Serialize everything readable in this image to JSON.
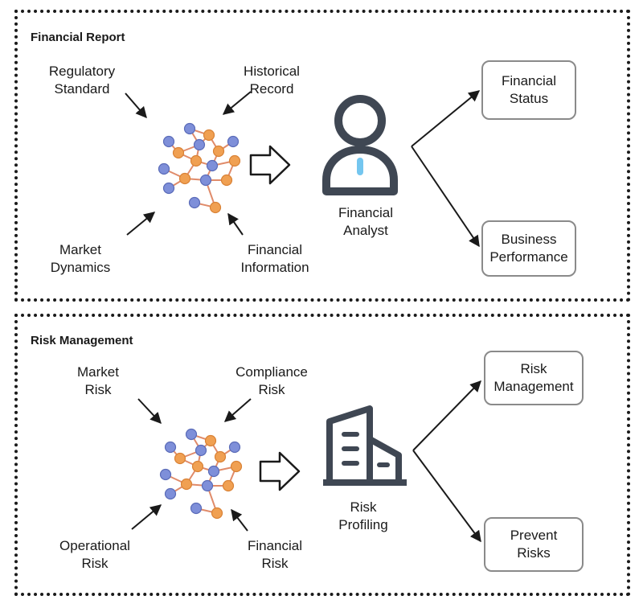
{
  "panels": [
    {
      "title": "Financial Report",
      "inputs": [
        "Regulatory\nStandard",
        "Historical\nRecord",
        "Market\nDynamics",
        "Financial\nInformation"
      ],
      "actor_icon": "person-icon",
      "actor_label": "Financial\nAnalyst",
      "outputs": [
        "Financial\nStatus",
        "Business\nPerformance"
      ]
    },
    {
      "title": "Risk Management",
      "inputs": [
        "Market\nRisk",
        "Compliance\nRisk",
        "Operational\nRisk",
        "Financial\nRisk"
      ],
      "actor_icon": "building-icon",
      "actor_label": "Risk\nProfiling",
      "outputs": [
        "Risk\nManagement",
        "Prevent\nRisks"
      ]
    }
  ],
  "colors": {
    "node_blue": "#7e8fd9",
    "node_orange": "#f0a052",
    "edge": "#e08b6a",
    "icon_dark": "#3f4753",
    "tie": "#74c6ef"
  }
}
